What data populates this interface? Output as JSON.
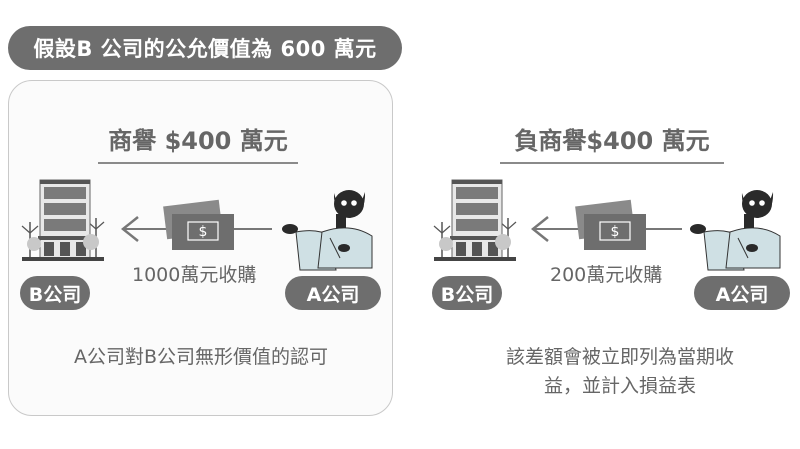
{
  "banner": {
    "text": "假設B 公司的公允價值為 600 萬元"
  },
  "left": {
    "heading": "商譽 $400 萬元",
    "buyer_label": "A公司",
    "target_label": "B公司",
    "amount": "1000萬元收購",
    "cash_symbol": "$",
    "caption": "A公司對B公司無形價值的認可"
  },
  "right": {
    "heading": "負商譽$400 萬元",
    "buyer_label": "A公司",
    "target_label": "B公司",
    "amount": "200萬元收購",
    "cash_symbol": "$",
    "caption_line1": "該差額會被立即列為當期收",
    "caption_line2": "益，並計入損益表"
  },
  "colors": {
    "pill": "#6e6e6e",
    "panel_border": "#c9c9c9",
    "shirt": "#cfe0e4",
    "cat": "#2a2a2a"
  }
}
